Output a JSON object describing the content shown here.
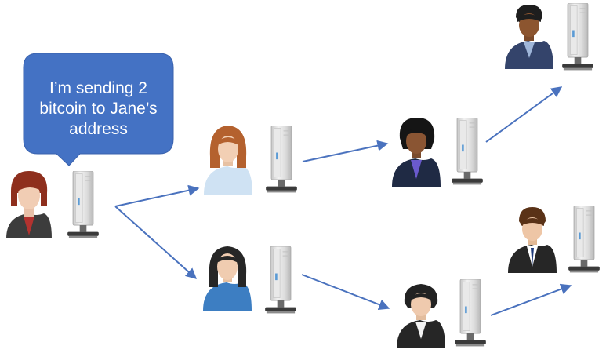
{
  "speech_bubble": {
    "text": "I’m sending 2\nbitcoin to Jane’s\naddress",
    "fill_color": "#4472c4"
  },
  "colors": {
    "arrow": "#4a72be",
    "server_body": "#d9d9d9",
    "server_trim": "#bfbfbf",
    "server_led": "#5b9bd5"
  },
  "nodes": [
    {
      "name": "sender-node",
      "person": "woman-auburn-bob-black-jacket"
    },
    {
      "name": "jane-node",
      "person": "woman-long-brown-hair-light-blue-shirt"
    },
    {
      "name": "peer-node-bottom-middle",
      "person": "woman-black-hair-blue-shirt"
    },
    {
      "name": "peer-node-center-top",
      "person": "woman-afro-navy-suit"
    },
    {
      "name": "peer-node-center-bottom",
      "person": "woman-dark-bun-black-suit"
    },
    {
      "name": "peer-node-top-right",
      "person": "man-dark-skin-navy-sweater"
    },
    {
      "name": "peer-node-bottom-right",
      "person": "man-brown-hair-dark-suit"
    }
  ]
}
